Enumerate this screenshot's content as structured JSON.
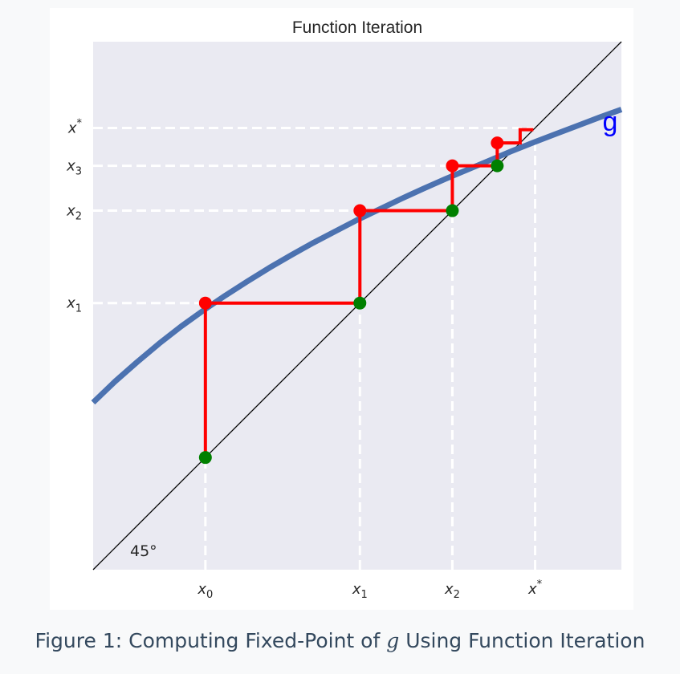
{
  "chart_data": {
    "type": "line",
    "title": "Function Iteration",
    "xlim": [
      0,
      1.2
    ],
    "ylim": [
      0,
      1.2
    ],
    "background": "#eaeaf2",
    "curve_color": "#4c72b0",
    "cobweb_color": "#ff0000",
    "point_on_g_color": "#ff0000",
    "point_on_diagonal_color": "#008000",
    "guide_color": "#ffffff",
    "series": [
      {
        "name": "g",
        "label_color": "#0000ff",
        "x": [
          0,
          0.05,
          0.1,
          0.15,
          0.2,
          0.25,
          0.3,
          0.35,
          0.4,
          0.45,
          0.5,
          0.55,
          0.6,
          0.65,
          0.7,
          0.75,
          0.8,
          0.85,
          0.9,
          0.95,
          1.0,
          1.05,
          1.1,
          1.15,
          1.2
        ],
        "y": [
          0.38,
          0.428,
          0.472,
          0.514,
          0.553,
          0.589,
          0.623,
          0.655,
          0.686,
          0.715,
          0.743,
          0.769,
          0.795,
          0.819,
          0.843,
          0.866,
          0.888,
          0.909,
          0.93,
          0.951,
          0.971,
          0.99,
          1.009,
          1.028,
          1.046
        ]
      }
    ],
    "diagonal": {
      "label": "45°"
    },
    "iterates": [
      0.255,
      0.606,
      0.816,
      0.918,
      0.97,
      1.0
    ],
    "fixed_point": 1.004,
    "x_ticks": [
      {
        "value": 0.255,
        "base": "x",
        "sub": "0",
        "sup": ""
      },
      {
        "value": 0.606,
        "base": "x",
        "sub": "1",
        "sup": ""
      },
      {
        "value": 0.816,
        "base": "x",
        "sub": "2",
        "sup": ""
      },
      {
        "value": 1.004,
        "base": "x",
        "sub": "",
        "sup": "*"
      }
    ],
    "y_ticks": [
      {
        "value": 1.004,
        "base": "x",
        "sub": "",
        "sup": "*"
      },
      {
        "value": 0.918,
        "base": "x",
        "sub": "3",
        "sup": ""
      },
      {
        "value": 0.816,
        "base": "x",
        "sub": "2",
        "sup": ""
      },
      {
        "value": 0.606,
        "base": "x",
        "sub": "1",
        "sup": ""
      }
    ]
  },
  "caption": {
    "prefix": "Figure 1:",
    "before": "Computing Fixed-Point of",
    "symbol": "g",
    "after": "Using Function Iteration"
  }
}
